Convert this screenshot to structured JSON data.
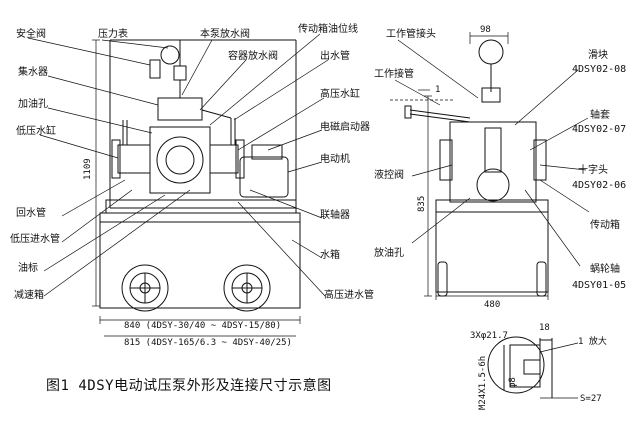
{
  "caption": "图1 4DSY电动试压泵外形及连接尺寸示意图",
  "front_view": {
    "callouts": {
      "safety_valve": "安全阀",
      "pressure_gauge": "压力表",
      "pump_drain_valve": "本泵放水阀",
      "gearbox_oil_level": "传动箱油位线",
      "vessel_drain_valve": "容器放水阀",
      "outlet_pipe": "出水管",
      "collector": "集水器",
      "oil_fill_port": "加油孔",
      "hp_cylinder": "高压水缸",
      "lp_cylinder": "低压水缸",
      "magnetic_starter": "电磁启动器",
      "motor": "电动机",
      "return_pipe": "回水管",
      "coupling": "联轴器",
      "lp_inlet_pipe": "低压进水管",
      "water_tank": "水箱",
      "oil_gauge": "油标",
      "reducer": "减速箱",
      "hp_inlet_pipe": "高压进水管"
    },
    "dims": {
      "height": "1109",
      "width_top": "840 (4DSY-30/40 ~ 4DSY-15/80)",
      "width_bottom": "815 (4DSY-165/6.3 ~ 4DSY-40/25)"
    }
  },
  "side_view": {
    "callouts": {
      "work_pipe_joint_top": "工作管接头",
      "work_pipe_joint": "工作接管",
      "slider": "滑块",
      "slider_code": "4DSY02-08",
      "sleeve": "轴套",
      "sleeve_code": "4DSY02-07",
      "cross_head": "十字头",
      "cross_head_code": "4DSY02-06",
      "gearbox": "传动箱",
      "worm_shaft": "蜗轮轴",
      "worm_shaft_code": "4DSY01-05",
      "pressure_control_valve": "液控阀",
      "oil_drain_port": "放油孔"
    },
    "dims": {
      "top_width": "98",
      "arrow_tag": "1",
      "height": "835",
      "base_width": "480"
    }
  },
  "detail": {
    "dims": {
      "holes": "3Xφ21.7",
      "depth": "18",
      "thread": "M24X1.5-6h",
      "bore": "φ8",
      "enlarged": "1 放大",
      "across_flats": "S=27"
    }
  }
}
